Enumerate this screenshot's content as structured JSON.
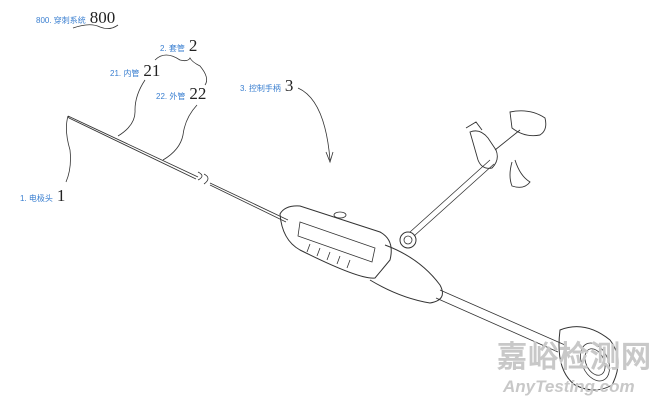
{
  "labels": {
    "system": {
      "text": "800. 穿刺系统",
      "number": "800"
    },
    "cannula": {
      "text": "2. 套管",
      "number": "2"
    },
    "inner_tube": {
      "text": "21. 内管",
      "number": "21"
    },
    "outer_tube": {
      "text": "22. 外管",
      "number": "22"
    },
    "handle": {
      "text": "3. 控制手柄",
      "number": "3"
    },
    "electrode": {
      "text": "1. 电极头",
      "number": "1"
    }
  },
  "watermark": {
    "cn": "嘉峪检测网",
    "en": "AnyTesting.com"
  },
  "colors": {
    "label": "#3a7fd0",
    "line": "#333333"
  }
}
